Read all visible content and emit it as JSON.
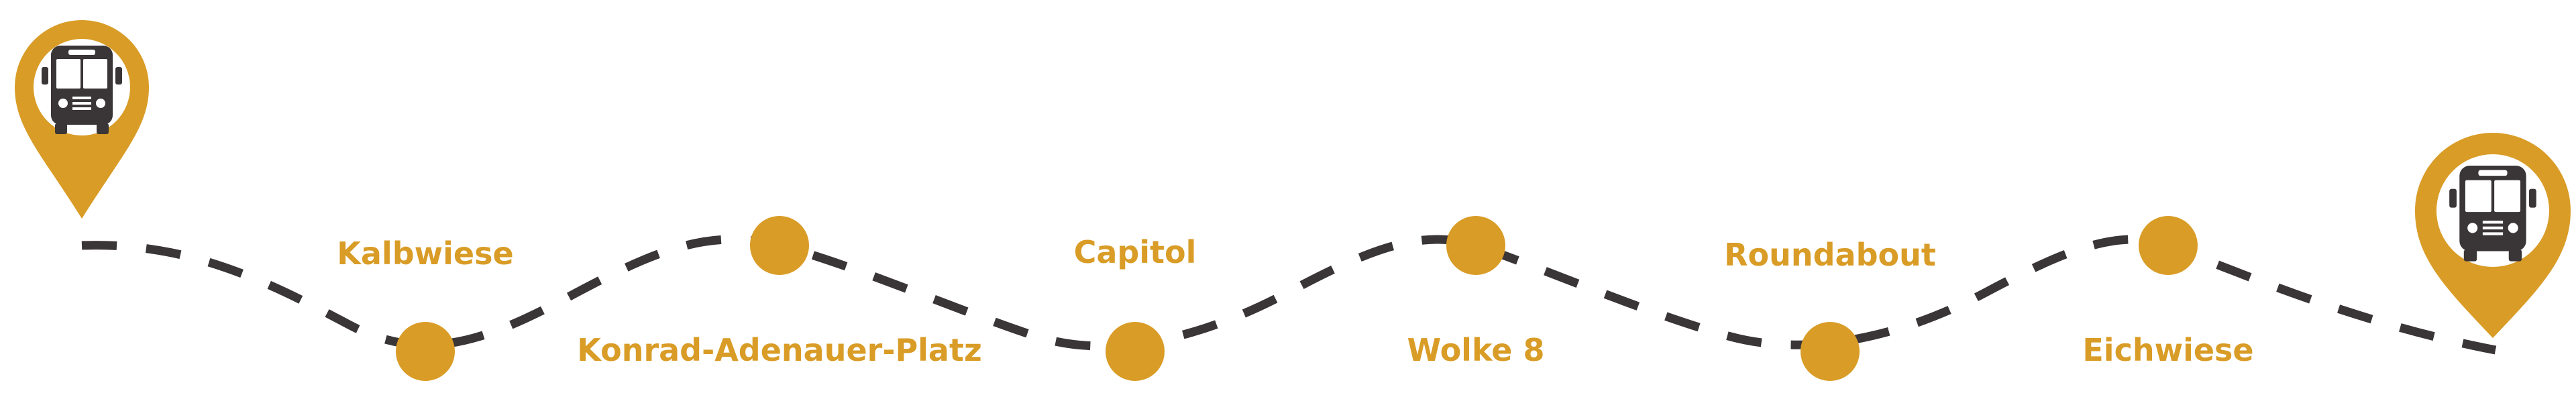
{
  "colors": {
    "accent": "#D99C26",
    "path": "#3A3536",
    "icon": "#3A3536",
    "background": "#FFFFFF"
  },
  "start_marker": {
    "icon": "bus-icon"
  },
  "end_marker": {
    "icon": "bus-icon"
  },
  "stops": [
    {
      "label": "Kalbwiese",
      "label_side": "above"
    },
    {
      "label": "Konrad-Adenauer-Platz",
      "label_side": "below"
    },
    {
      "label": "Capitol",
      "label_side": "above"
    },
    {
      "label": "Wolke 8",
      "label_side": "below"
    },
    {
      "label": "Roundabout",
      "label_side": "above"
    },
    {
      "label": "Eichwiese",
      "label_side": "below"
    }
  ]
}
